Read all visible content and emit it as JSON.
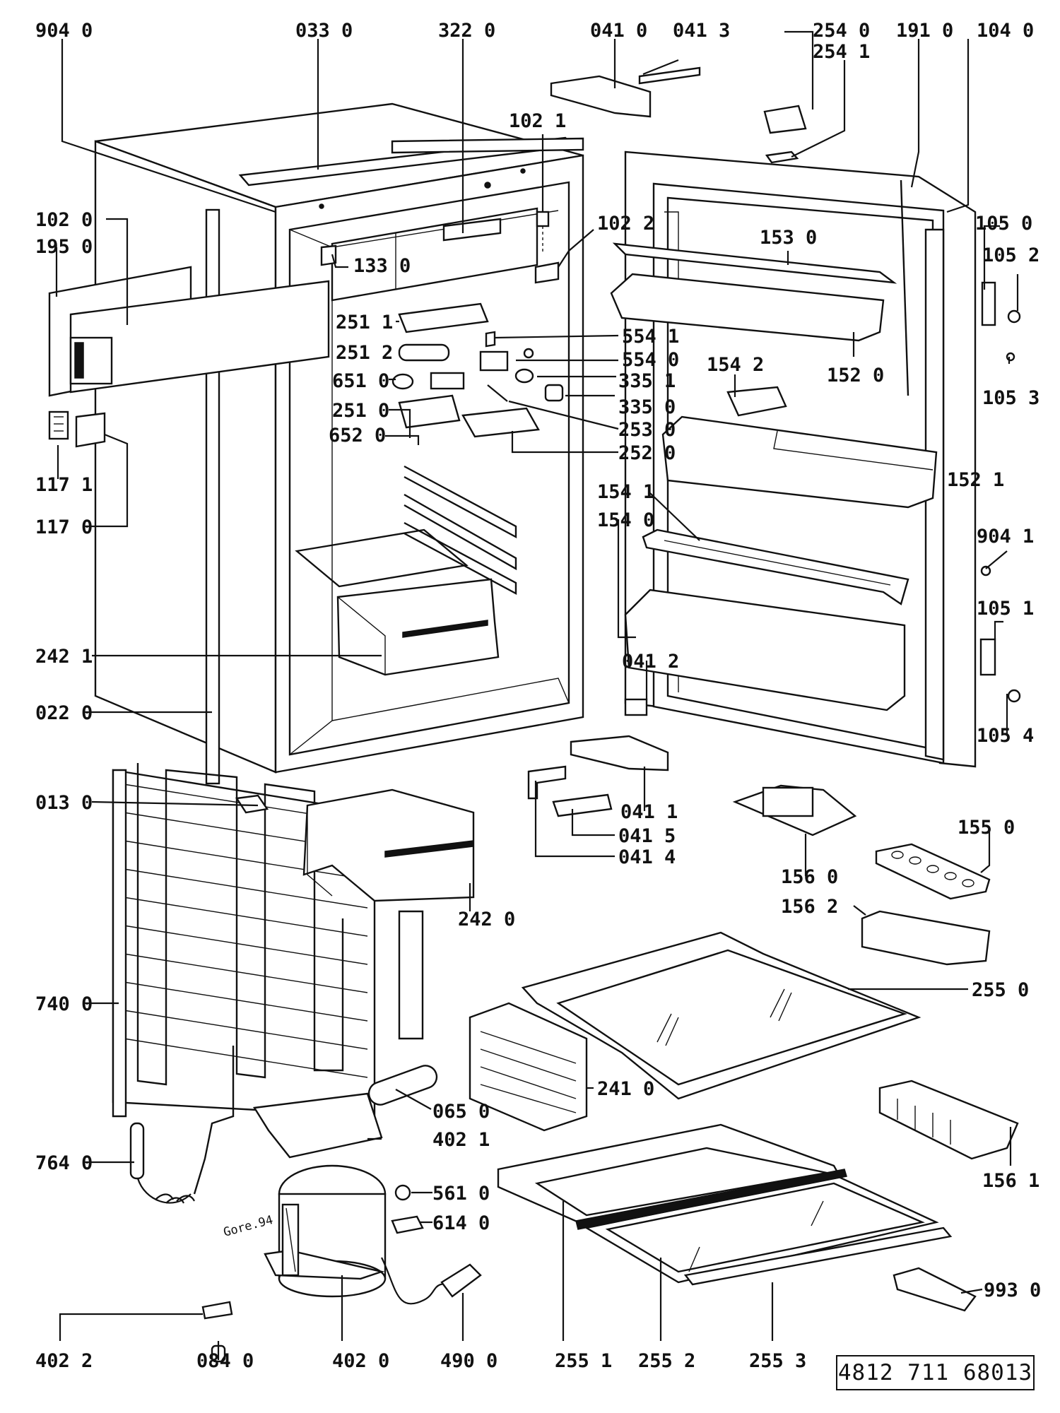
{
  "labels": [
    {
      "id": "p9040",
      "text": "904 0"
    },
    {
      "id": "p0330",
      "text": "033 0"
    },
    {
      "id": "p3220",
      "text": "322 0"
    },
    {
      "id": "p0410",
      "text": "041 0"
    },
    {
      "id": "p0413",
      "text": "041 3"
    },
    {
      "id": "p2540",
      "text": "254 0"
    },
    {
      "id": "p2541",
      "text": "254 1"
    },
    {
      "id": "p1910",
      "text": "191 0"
    },
    {
      "id": "p1040",
      "text": "104 0"
    },
    {
      "id": "p1021",
      "text": "102 1"
    },
    {
      "id": "p1020",
      "text": "102 0"
    },
    {
      "id": "p1950",
      "text": "195 0"
    },
    {
      "id": "p1330",
      "text": "133 0"
    },
    {
      "id": "p1022",
      "text": "102 2"
    },
    {
      "id": "p1530",
      "text": "153 0"
    },
    {
      "id": "p1050",
      "text": "105 0"
    },
    {
      "id": "p1052",
      "text": "105 2"
    },
    {
      "id": "p2511",
      "text": "251 1"
    },
    {
      "id": "p5541",
      "text": "554 1"
    },
    {
      "id": "p2512",
      "text": "251 2"
    },
    {
      "id": "p5540",
      "text": "554 0"
    },
    {
      "id": "p6510",
      "text": "651 0"
    },
    {
      "id": "p3351",
      "text": "335 1"
    },
    {
      "id": "p1542",
      "text": "154 2"
    },
    {
      "id": "p1520",
      "text": "152 0"
    },
    {
      "id": "p1053",
      "text": "105 3"
    },
    {
      "id": "p2510",
      "text": "251 0"
    },
    {
      "id": "p3350",
      "text": "335 0"
    },
    {
      "id": "p6520",
      "text": "652 0"
    },
    {
      "id": "p2530",
      "text": "253 0"
    },
    {
      "id": "p2520",
      "text": "252 0"
    },
    {
      "id": "p1171",
      "text": "117 1"
    },
    {
      "id": "p1521",
      "text": "152 1"
    },
    {
      "id": "p1541",
      "text": "154 1"
    },
    {
      "id": "p1170",
      "text": "117 0"
    },
    {
      "id": "p1540",
      "text": "154 0"
    },
    {
      "id": "p9041",
      "text": "904 1"
    },
    {
      "id": "p1051",
      "text": "105 1"
    },
    {
      "id": "p2421",
      "text": "242 1"
    },
    {
      "id": "p0412",
      "text": "041 2"
    },
    {
      "id": "p0220",
      "text": "022 0"
    },
    {
      "id": "p1054",
      "text": "105 4"
    },
    {
      "id": "p0130",
      "text": "013 0"
    },
    {
      "id": "p0411",
      "text": "041 1"
    },
    {
      "id": "p0415",
      "text": "041 5"
    },
    {
      "id": "p1550",
      "text": "155 0"
    },
    {
      "id": "p0414",
      "text": "041 4"
    },
    {
      "id": "p1560",
      "text": "156 0"
    },
    {
      "id": "p2420",
      "text": "242 0"
    },
    {
      "id": "p1562",
      "text": "156 2"
    },
    {
      "id": "p7400",
      "text": "740 0"
    },
    {
      "id": "p2550",
      "text": "255 0"
    },
    {
      "id": "p0650",
      "text": "065 0"
    },
    {
      "id": "p2410",
      "text": "241 0"
    },
    {
      "id": "p4021",
      "text": "402 1"
    },
    {
      "id": "p1561",
      "text": "156 1"
    },
    {
      "id": "p7640",
      "text": "764 0"
    },
    {
      "id": "p5610",
      "text": "561 0"
    },
    {
      "id": "p6140",
      "text": "614 0"
    },
    {
      "id": "p9930",
      "text": "993 0"
    },
    {
      "id": "p4022",
      "text": "402 2"
    },
    {
      "id": "p0840",
      "text": "084 0"
    },
    {
      "id": "p4020",
      "text": "402 0"
    },
    {
      "id": "p4900",
      "text": "490 0"
    },
    {
      "id": "p2551",
      "text": "255 1"
    },
    {
      "id": "p2552",
      "text": "255 2"
    },
    {
      "id": "p2553",
      "text": "255 3"
    }
  ],
  "handwriting": "Gore.94",
  "document_number": "4812  711  68013"
}
